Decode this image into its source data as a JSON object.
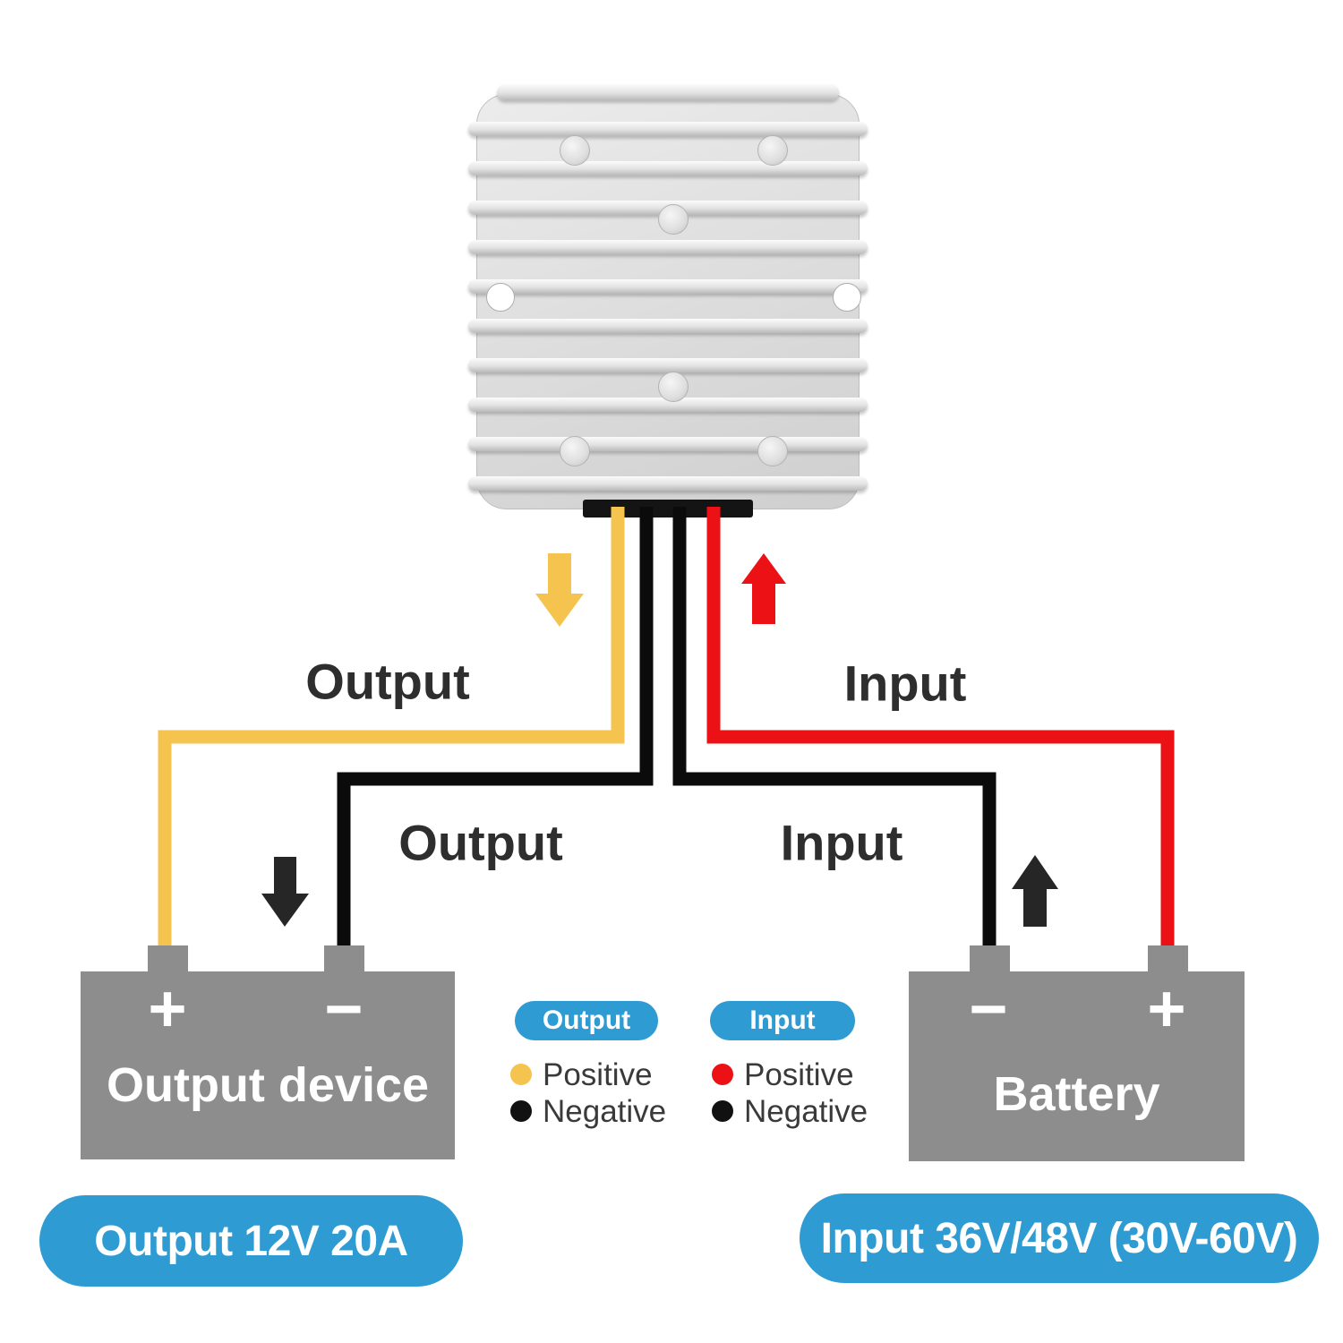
{
  "wire_labels": {
    "output_top": "Output",
    "input_top": "Input",
    "output_mid": "Output",
    "input_mid": "Input"
  },
  "output_device": {
    "title": "Output device",
    "positive_sign": "+",
    "negative_sign": "−"
  },
  "battery": {
    "title": "Battery",
    "negative_sign": "−",
    "positive_sign": "+"
  },
  "legend": {
    "output": {
      "pill_label": "Output",
      "positive_label": "Positive",
      "negative_label": "Negative"
    },
    "input": {
      "pill_label": "Input",
      "positive_label": "Positive",
      "negative_label": "Negative"
    }
  },
  "badges": {
    "output_label": "Output 12V 20A",
    "input_label": "Input 36V/48V (30V-60V)"
  },
  "colors": {
    "accent_blue": "#2E9BD2",
    "wire_output_positive_yellow": "#F4C44F",
    "wire_input_positive_red": "#EC1115",
    "wire_negative_black": "#0B0B0B",
    "box_gray": "#8D8D8D",
    "label_dark": "#2E2E2E"
  },
  "icons": {
    "output_positive_arrow": "arrow-down",
    "output_negative_arrow": "arrow-down",
    "input_positive_arrow": "arrow-up",
    "input_negative_arrow": "arrow-up"
  }
}
